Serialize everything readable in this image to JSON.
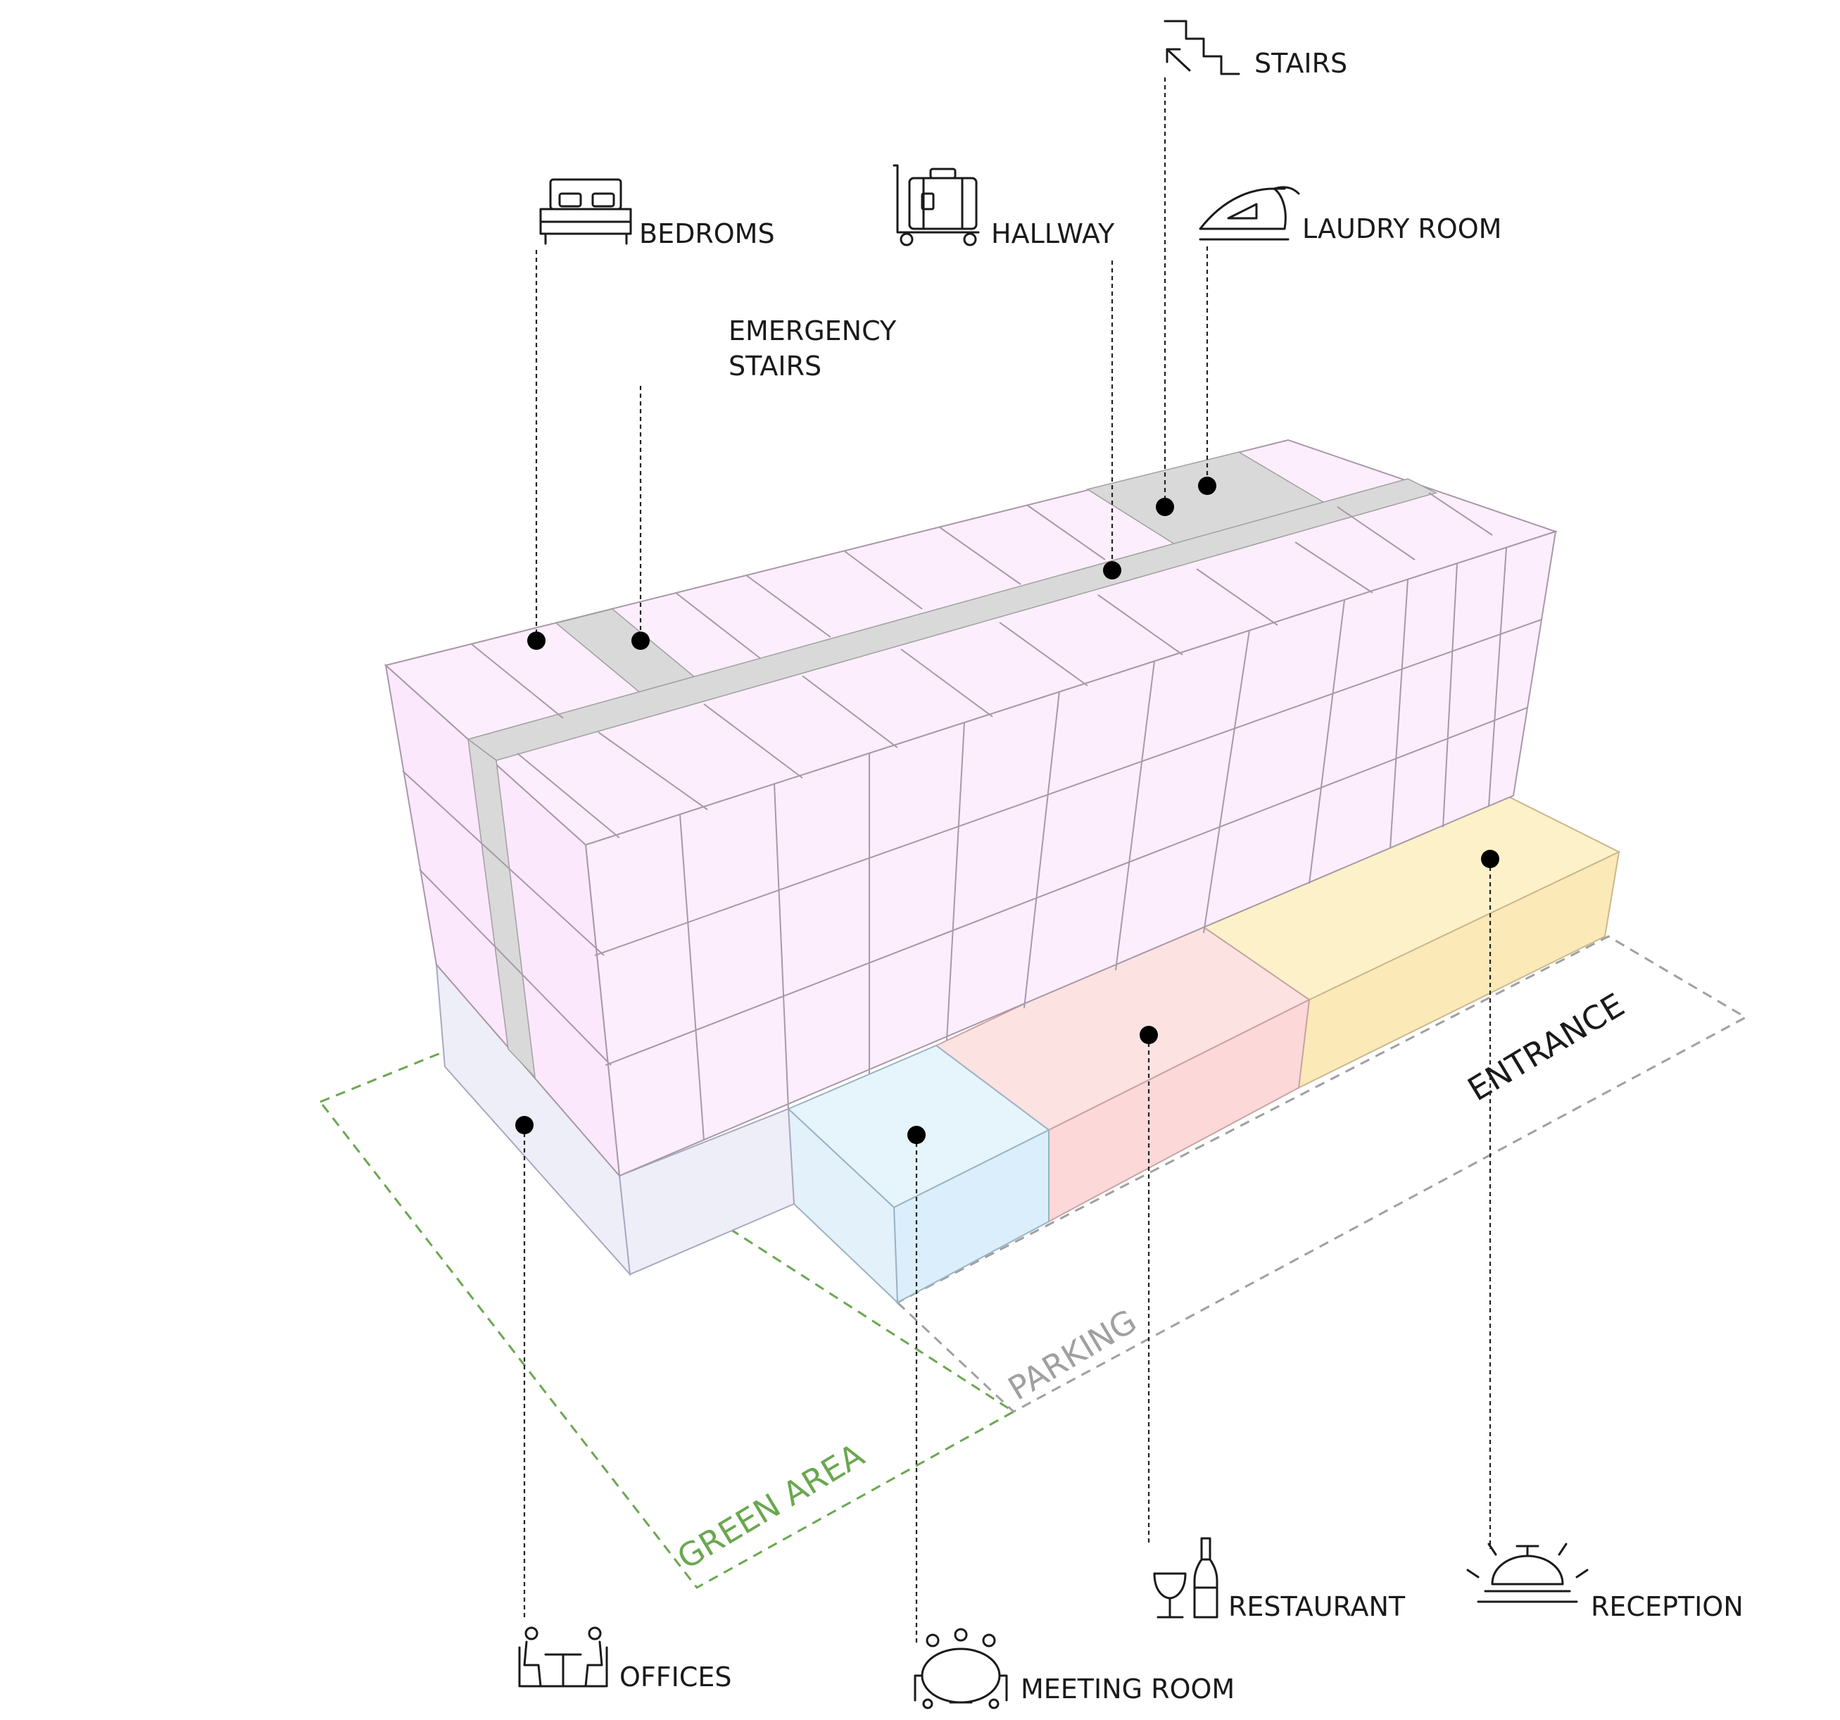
{
  "labels": {
    "stairs": "STAIRS",
    "bedrooms": "BEDROMS",
    "hallway": "HALLWAY",
    "laundry": "LAUDRY ROOM",
    "emergency_line1": "EMERGENCY",
    "emergency_line2": "STAIRS",
    "offices": "OFFICES",
    "meeting_room": "MEETING ROOM",
    "restaurant": "RESTAURANT",
    "reception": "RECEPTION"
  },
  "zones": {
    "green_area": "GREEN AREA",
    "parking": "PARKING",
    "entrance": "ENTRANCE"
  },
  "colors": {
    "bedrooms": "#fdeefd",
    "circulation": "#d9d9d9",
    "offices": "#eeeef8",
    "meeting_room": "#e6f4fc",
    "restaurant": "#fde2e2",
    "reception": "#fdf1c9",
    "green_area": "#6aa84f",
    "parking": "#a0a0a0"
  },
  "icons": [
    "stairs-icon",
    "bed-icon",
    "luggage-cart-icon",
    "iron-icon",
    "office-desk-icon",
    "meeting-table-icon",
    "wine-bottle-icon",
    "reception-bell-icon"
  ]
}
